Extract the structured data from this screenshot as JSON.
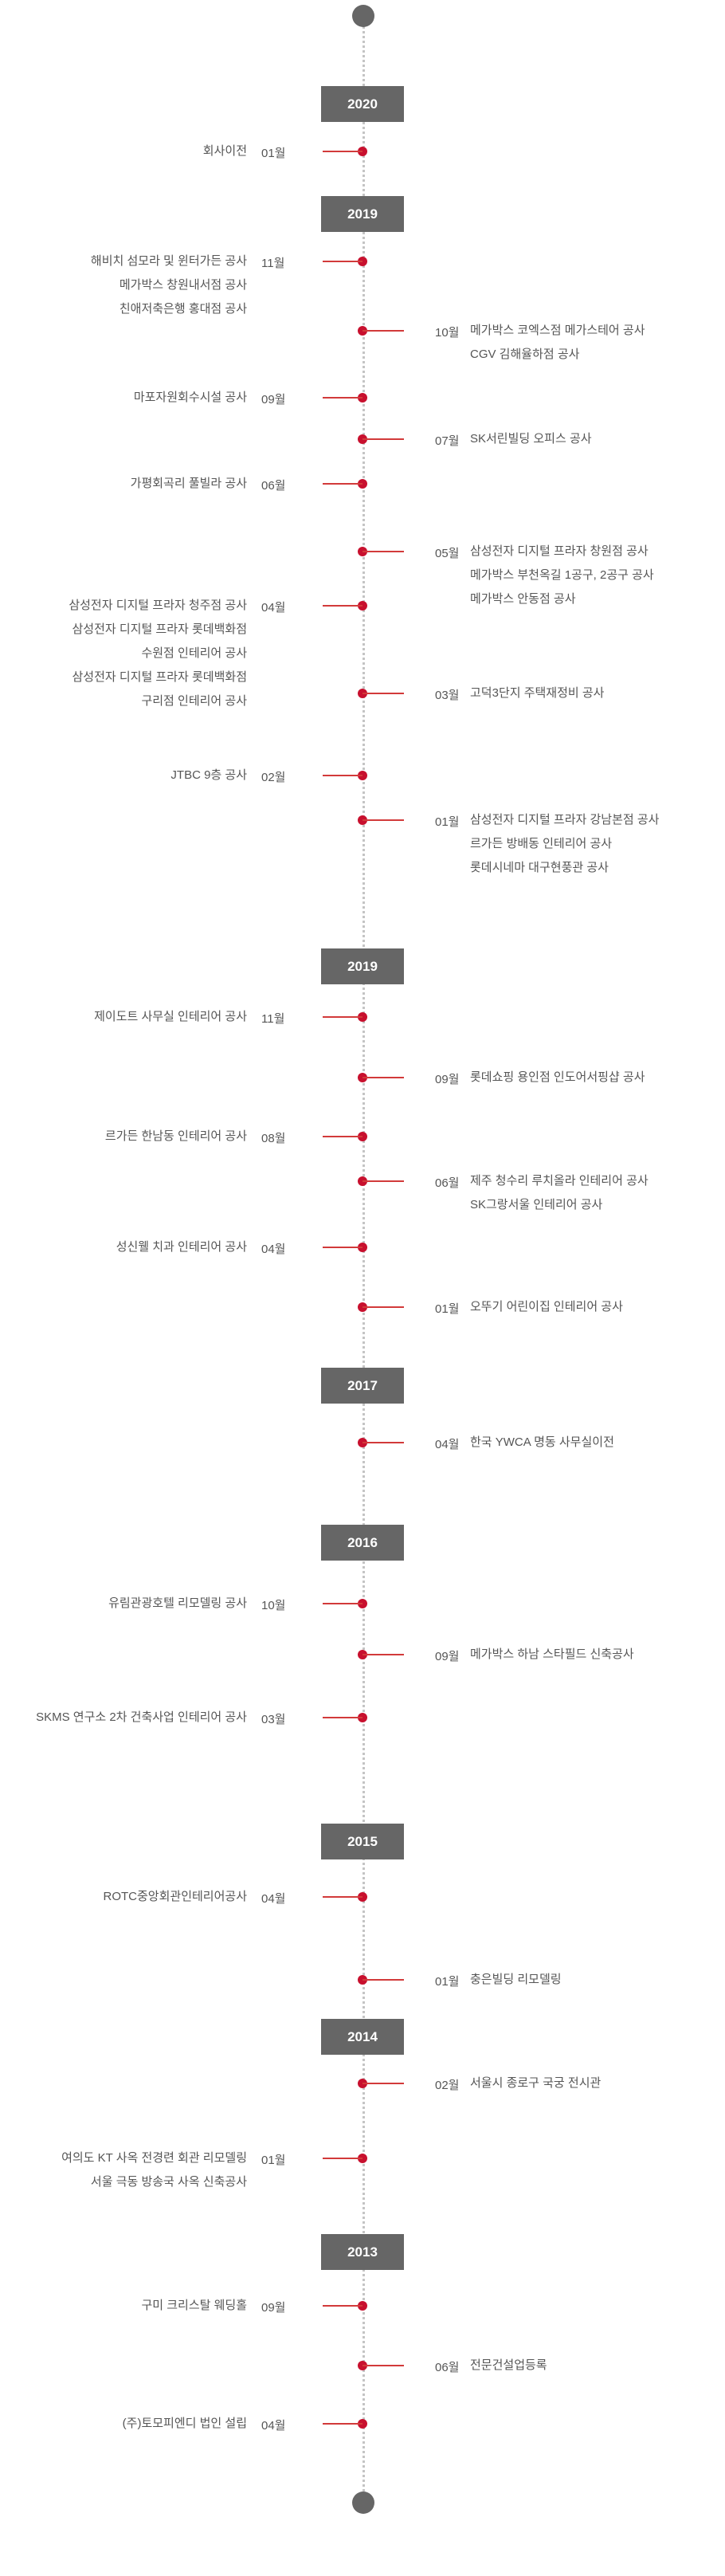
{
  "years": [
    {
      "label": "2020",
      "events": [
        {
          "side": "left",
          "month": "01월",
          "lines": [
            "회사이전"
          ]
        }
      ]
    },
    {
      "label": "2019",
      "events": [
        {
          "side": "left",
          "month": "11월",
          "lines": [
            "해비치 섬모라 및 윈터가든 공사",
            "메가박스 창원내서점 공사",
            "친애저축은행 홍대점 공사"
          ]
        },
        {
          "side": "right",
          "month": "10월",
          "lines": [
            "메가박스 코엑스점 메가스테어 공사",
            "CGV 김해율하점 공사"
          ]
        },
        {
          "side": "left",
          "month": "09월",
          "lines": [
            "마포자원회수시설 공사"
          ]
        },
        {
          "side": "right",
          "month": "07월",
          "lines": [
            "SK서린빌딩 오피스 공사"
          ]
        },
        {
          "side": "left",
          "month": "06월",
          "lines": [
            "가평회곡리 풀빌라 공사"
          ]
        },
        {
          "side": "right",
          "month": "05월",
          "lines": [
            "삼성전자 디지털 프라자 창원점 공사",
            "메가박스 부천옥길 1공구, 2공구 공사",
            "메가박스 안동점 공사"
          ]
        },
        {
          "side": "left",
          "month": "04월",
          "lines": [
            "삼성전자 디지털 프라자 청주점 공사",
            "삼성전자 디지털 프라자 롯데백화점",
            "수원점 인테리어 공사",
            "삼성전자 디지털 프라자 롯데백화점",
            "구리점 인테리어 공사"
          ]
        },
        {
          "side": "right",
          "month": "03월",
          "lines": [
            "고덕3단지 주택재정비 공사"
          ]
        },
        {
          "side": "left",
          "month": "02월",
          "lines": [
            "JTBC 9층 공사"
          ]
        },
        {
          "side": "right",
          "month": "01월",
          "lines": [
            "삼성전자 디지털 프라자 강남본점 공사",
            "르가든 방배동 인테리어 공사",
            "롯데시네마 대구현풍관 공사"
          ]
        }
      ]
    },
    {
      "label": "2019",
      "events": [
        {
          "side": "left",
          "month": "11월",
          "lines": [
            "제이도트 사무실 인테리어 공사"
          ]
        },
        {
          "side": "right",
          "month": "09월",
          "lines": [
            "롯데쇼핑 용인점 인도어서핑샵 공사"
          ]
        },
        {
          "side": "left",
          "month": "08월",
          "lines": [
            "르가든 한남동 인테리어 공사"
          ]
        },
        {
          "side": "right",
          "month": "06월",
          "lines": [
            "제주 청수리 루치올라 인테리어 공사",
            "SK그랑서울 인테리어 공사"
          ]
        },
        {
          "side": "left",
          "month": "04월",
          "lines": [
            "성신웰 치과 인테리어 공사"
          ]
        },
        {
          "side": "right",
          "month": "01월",
          "lines": [
            "오뚜기 어린이집 인테리어 공사"
          ]
        }
      ]
    },
    {
      "label": "2017",
      "events": [
        {
          "side": "right",
          "month": "04월",
          "lines": [
            "한국 YWCA 명동 사무실이전"
          ]
        }
      ]
    },
    {
      "label": "2016",
      "events": [
        {
          "side": "left",
          "month": "10월",
          "lines": [
            "유림관광호텔 리모델링 공사"
          ]
        },
        {
          "side": "right",
          "month": "09월",
          "lines": [
            "메가박스 하남 스타필드 신축공사"
          ]
        },
        {
          "side": "left",
          "month": "03월",
          "lines": [
            "SKMS 연구소 2차 건축사업 인테리어 공사"
          ]
        }
      ]
    },
    {
      "label": "2015",
      "events": [
        {
          "side": "left",
          "month": "04월",
          "lines": [
            "ROTC중앙회관인테리어공사"
          ]
        },
        {
          "side": "right",
          "month": "01월",
          "lines": [
            "충은빌딩 리모델링"
          ]
        }
      ]
    },
    {
      "label": "2014",
      "events": [
        {
          "side": "right",
          "month": "02월",
          "lines": [
            "서울시 종로구 국궁 전시관"
          ]
        },
        {
          "side": "left",
          "month": "01월",
          "lines": [
            "여의도 KT 사옥 전경련 회관 리모델링",
            "서울 극동 방송국 사옥 신축공사"
          ]
        }
      ]
    },
    {
      "label": "2013",
      "events": [
        {
          "side": "left",
          "month": "09월",
          "lines": [
            "구미 크리스탈 웨딩홀"
          ]
        },
        {
          "side": "right",
          "month": "06월",
          "lines": [
            "전문건설업등록"
          ]
        },
        {
          "side": "left",
          "month": "04월",
          "lines": [
            "(주)토모피엔디 법인 설립"
          ]
        }
      ]
    }
  ],
  "colors": {
    "marker": "#c8102e",
    "year_box": "#666666",
    "line": "#c4c4c4"
  }
}
